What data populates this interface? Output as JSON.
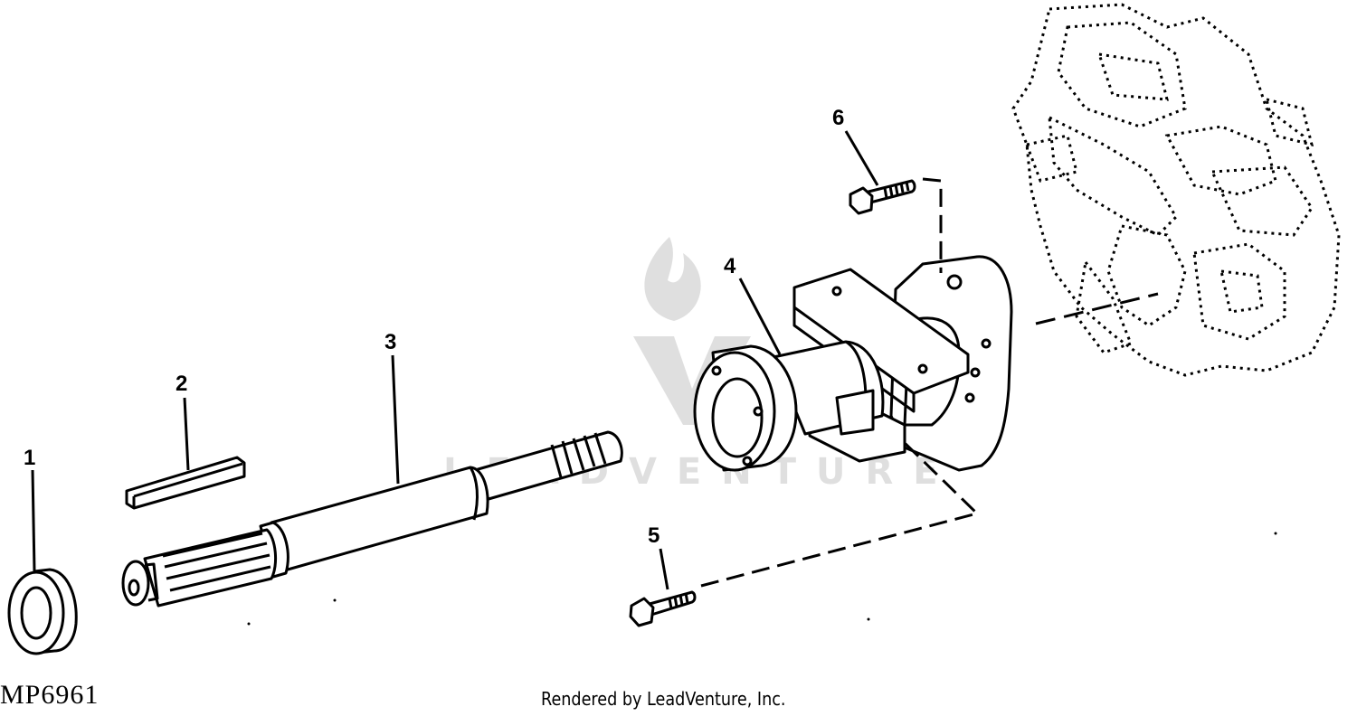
{
  "figure_id": "MP6961",
  "credit": "Rendered by LeadVenture, Inc.",
  "watermark": "LEADVENTURE",
  "callouts": [
    "1",
    "2",
    "3",
    "4",
    "5",
    "6"
  ],
  "colors": {
    "ink": "#000000",
    "paper": "#ffffff",
    "watermark": "#bdbdbd"
  }
}
